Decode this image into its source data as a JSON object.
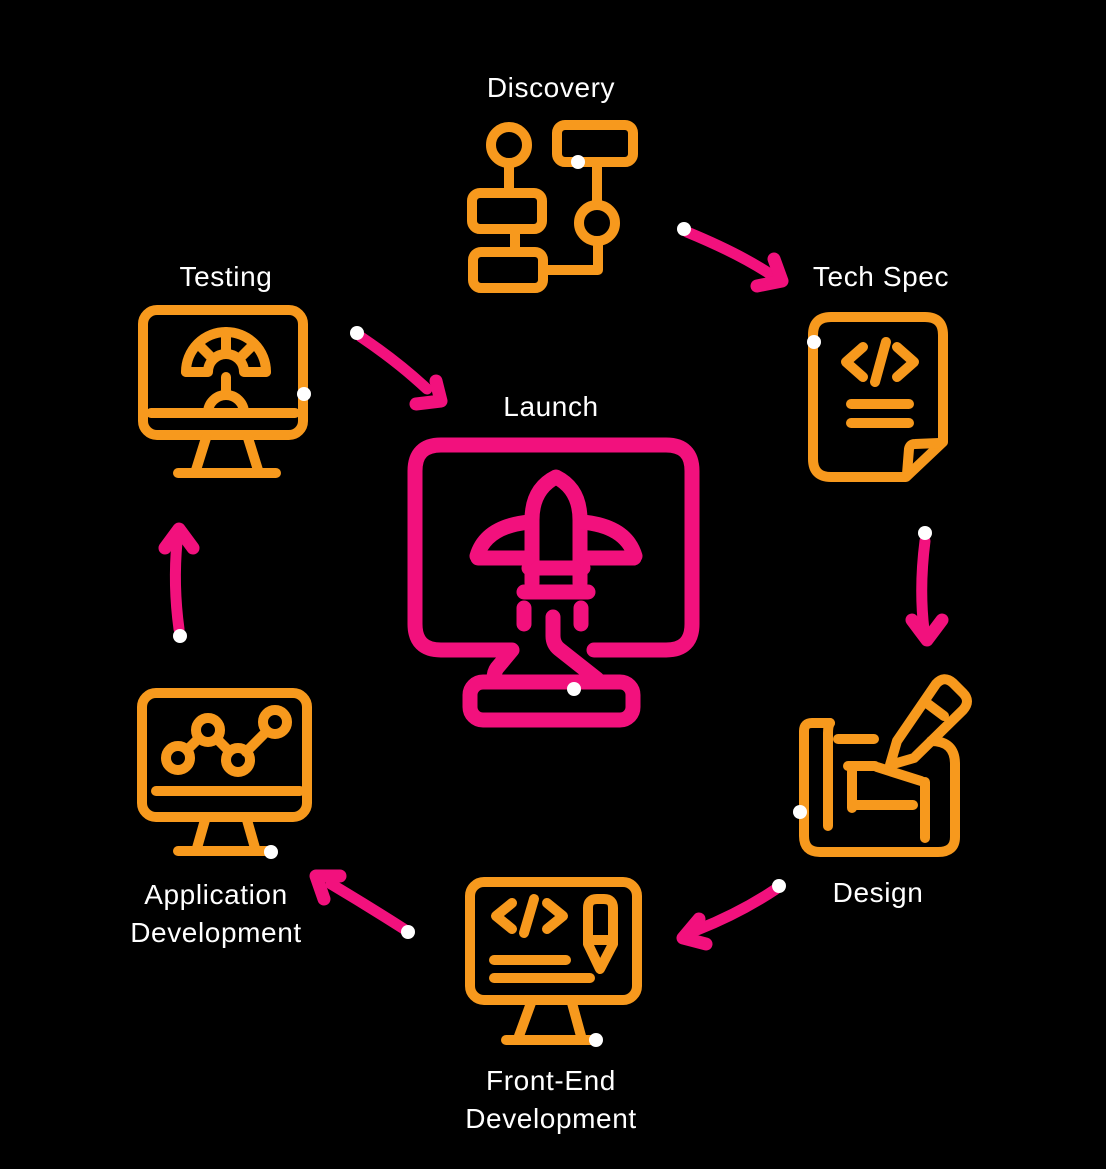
{
  "colors": {
    "background": "#000000",
    "icon-orange": "#F7991D",
    "accent-pink": "#F2117D",
    "text-white": "#FFFFFF"
  },
  "nodes": {
    "discovery": {
      "label": "Discovery",
      "icon": "flowchart-icon"
    },
    "tech_spec": {
      "label": "Tech Spec",
      "icon": "code-document-icon"
    },
    "design": {
      "label": "Design",
      "icon": "blueprint-pencil-icon"
    },
    "front_end": {
      "label_line1": "Front-End",
      "label_line2": "Development",
      "icon": "monitor-code-icon"
    },
    "app_dev": {
      "label_line1": "Application",
      "label_line2": "Development",
      "icon": "monitor-chart-icon"
    },
    "testing": {
      "label": "Testing",
      "icon": "monitor-gauge-icon"
    },
    "launch": {
      "label": "Launch",
      "icon": "monitor-rocket-icon"
    }
  }
}
